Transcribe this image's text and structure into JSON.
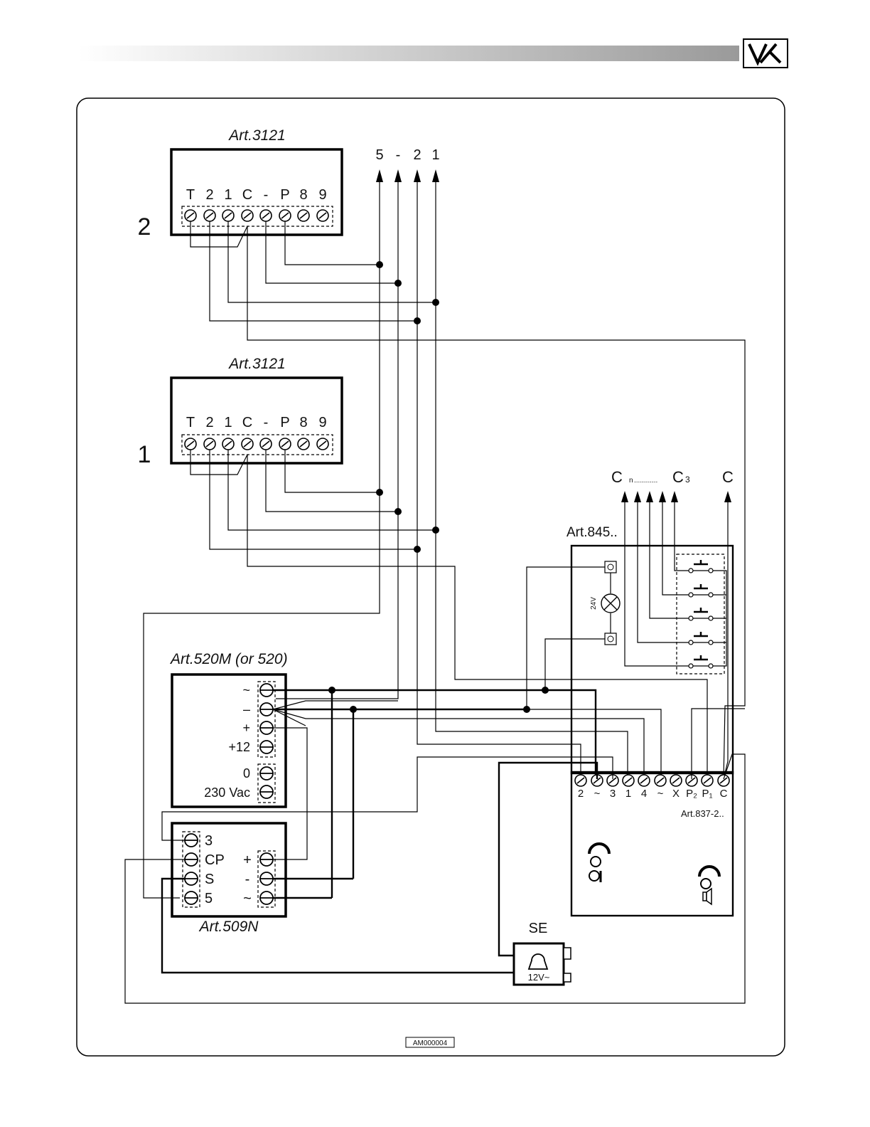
{
  "header": {
    "logo_text": "VX"
  },
  "frame": {
    "drawing_code": "AM000004"
  },
  "panel_top": {
    "article": "Art.3121",
    "number": "2",
    "terminals": [
      "T",
      "2",
      "1",
      "C",
      "-",
      "P",
      "8",
      "9"
    ]
  },
  "panel_bottom": {
    "article": "Art.3121",
    "number": "1",
    "terminals": [
      "T",
      "2",
      "1",
      "C",
      "-",
      "P",
      "8",
      "9"
    ]
  },
  "riser": {
    "labels": [
      "5",
      "-",
      "2",
      "1"
    ]
  },
  "calls": {
    "cn": "C",
    "cn_sub": "n",
    "dots": "............",
    "c3": "C",
    "c3_sub": "3",
    "c": "C"
  },
  "art845": {
    "label": "Art.845..",
    "lamp_voltage": "24V"
  },
  "art837": {
    "label": "Art.837-2..",
    "terminals": [
      "2",
      "~",
      "3",
      "1",
      "4",
      "~",
      "X",
      "P₂",
      "P₁",
      "C"
    ]
  },
  "psu": {
    "label": "Art.520M (or 520)",
    "terminals": [
      "~",
      "–",
      "+",
      "+12",
      "0",
      "230 Vac"
    ]
  },
  "art509": {
    "label": "Art.509N",
    "left_terminals": [
      "3",
      "CP",
      "S",
      "5"
    ],
    "right_terminals": [
      "+",
      "-",
      "~"
    ]
  },
  "lock": {
    "label": "SE",
    "voltage": "12V~"
  }
}
